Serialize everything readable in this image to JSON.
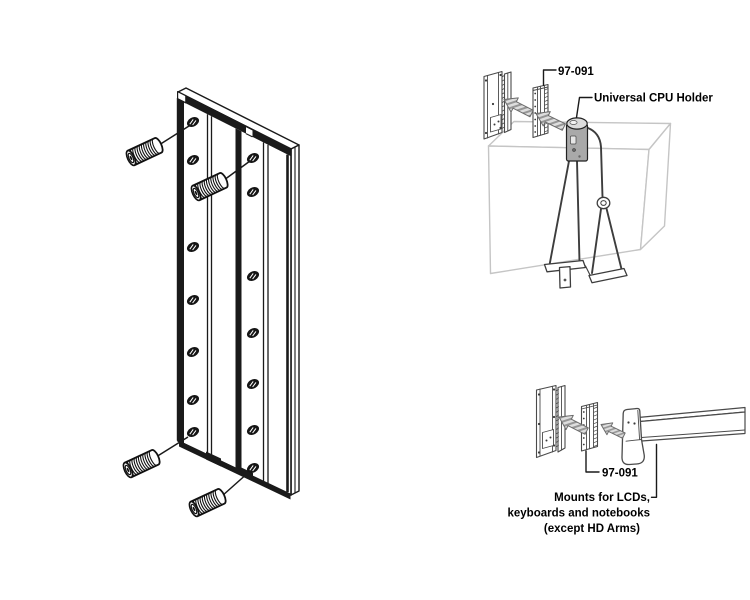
{
  "diagram": {
    "labels": {
      "bracket_part_number": "97-091",
      "cpu_holder": "Universal CPU Holder",
      "bottom_part_number": "97-091",
      "mounts_line1": "Mounts for LCDs,",
      "mounts_line2": "keyboards and notebooks",
      "mounts_line3": "(except HD Arms)"
    },
    "colors": {
      "line_primary": "#1a1a1a",
      "line_secondary": "#4a4a4a",
      "line_light": "#c5c5c5",
      "arrow_fill": "#dedede",
      "arrow_stripe": "#969696",
      "holder_plate": "#a9a9a9",
      "text": "#000000",
      "background": "#ffffff"
    }
  }
}
